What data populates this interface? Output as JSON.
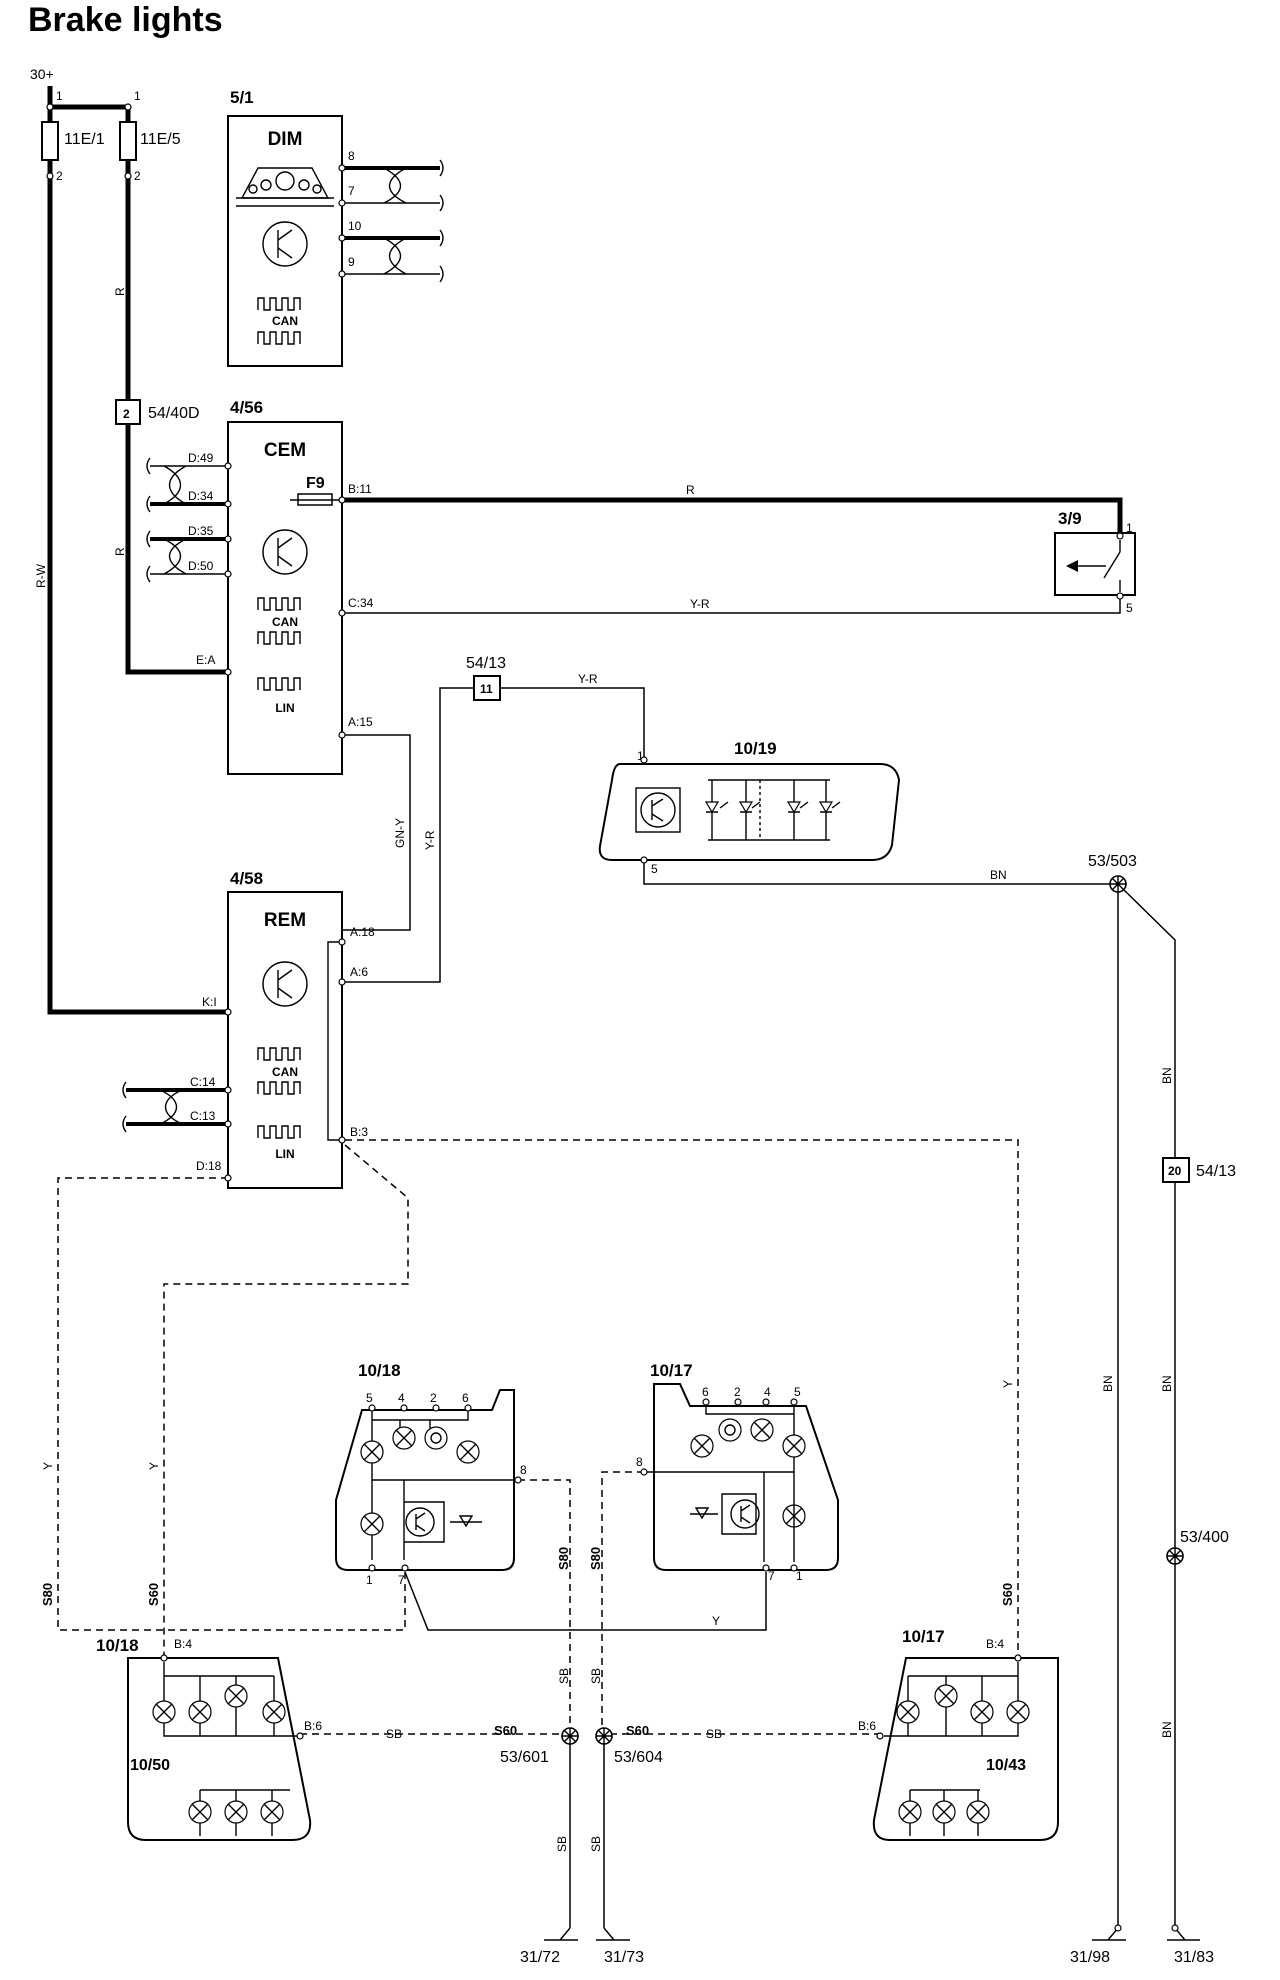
{
  "title": "Brake lights",
  "supply": {
    "label": "30+"
  },
  "fuses": [
    {
      "id": "11E/1",
      "pin_in": "1",
      "pin_out": "2"
    },
    {
      "id": "11E/5",
      "pin_in": "1",
      "pin_out": "2"
    }
  ],
  "components": {
    "dim": {
      "id": "5/1",
      "name": "DIM",
      "can_label": "CAN",
      "pins": [
        "8",
        "7",
        "10",
        "9"
      ]
    },
    "cem": {
      "id": "4/56",
      "name": "CEM",
      "fuse": "F9",
      "can_label": "CAN",
      "lin_label": "LIN",
      "pins": {
        "d49": "D:49",
        "d34": "D:34",
        "d35": "D:35",
        "d50": "D:50",
        "ea": "E:A",
        "b11": "B:11",
        "c34": "C:34",
        "a15": "A:15"
      }
    },
    "switch": {
      "id": "3/9",
      "pin1": "1",
      "pin5": "5"
    },
    "rem": {
      "id": "4/58",
      "name": "REM",
      "can_label": "CAN",
      "lin_label": "LIN",
      "pins": {
        "a18": "A:18",
        "a6": "A:6",
        "ki": "K:I",
        "c14": "C:14",
        "c13": "C:13",
        "b3": "B:3",
        "d18": "D:18"
      }
    },
    "high_brake": {
      "id": "10/19",
      "pin1": "1",
      "pin5": "5"
    },
    "lamp_left_upper": {
      "id": "10/18",
      "pins": [
        "5",
        "4",
        "2",
        "6",
        "8",
        "1",
        "7"
      ]
    },
    "lamp_right_upper": {
      "id": "10/17",
      "pins": [
        "6",
        "2",
        "4",
        "5",
        "8",
        "7",
        "1"
      ]
    },
    "lamp_left_lower": {
      "id": "10/18",
      "sub": "10/50",
      "pin_b4": "B:4",
      "pin_b6": "B:6"
    },
    "lamp_right_lower": {
      "id": "10/17",
      "sub": "10/43",
      "pin_b4": "B:4",
      "pin_b6": "B:6"
    }
  },
  "connectors": {
    "c54_40d": {
      "num": "2",
      "id": "54/40D"
    },
    "c54_13a": {
      "num": "11",
      "id": "54/13"
    },
    "c54_13b": {
      "num": "20",
      "id": "54/13"
    }
  },
  "splices": {
    "s53_503": "53/503",
    "s53_400": "53/400",
    "s53_601": "53/601",
    "s53_604": "53/604"
  },
  "grounds": [
    "31/72",
    "31/73",
    "31/98",
    "31/83"
  ],
  "wire_colors": {
    "r": "R",
    "rw": "R-W",
    "yr": "Y-R",
    "gny": "GN-Y",
    "bn": "BN",
    "y": "Y",
    "sb": "SB"
  },
  "model_labels": {
    "s80": "S80",
    "s60": "S60"
  }
}
